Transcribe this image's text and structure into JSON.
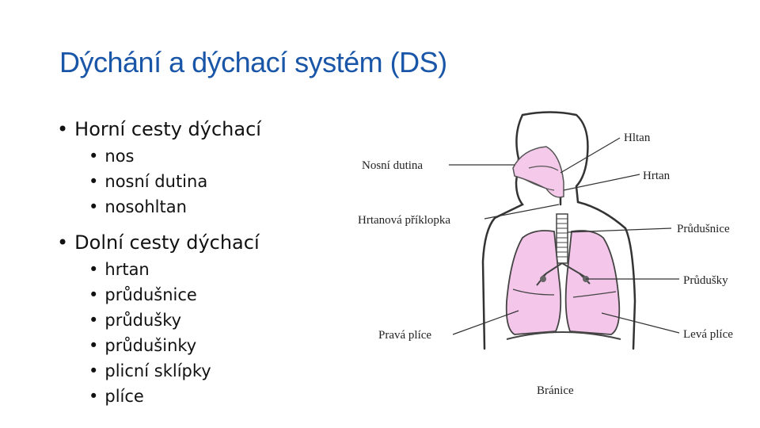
{
  "slide": {
    "title": "Dýchání a dýchací systém (DS)"
  },
  "bullets": {
    "upper": {
      "label": "Horní cesty dýchací",
      "items": [
        "nos",
        "nosní dutina",
        "nosohltan"
      ]
    },
    "lower": {
      "label": "Dolní cesty dýchací",
      "items": [
        "hrtan",
        "průdušnice",
        "průdušky",
        "průdušinky",
        "plicní sklípky",
        "plíce"
      ]
    }
  },
  "diagram": {
    "labels": {
      "hltan": "Hltan",
      "nosni_dutina": "Nosní dutina",
      "hrtan": "Hrtan",
      "hrtanova_priklopka": "Hrtanová příklopka",
      "prudusnice": "Průdušnice",
      "prudusky": "Průdušky",
      "prava_plice": "Pravá plíce",
      "leva_plice": "Levá plíce",
      "branice": "Bránice"
    },
    "colors": {
      "lung_fill": "#f3c6ea",
      "nose_fill": "#f5c9ea",
      "outline": "#333333"
    }
  }
}
